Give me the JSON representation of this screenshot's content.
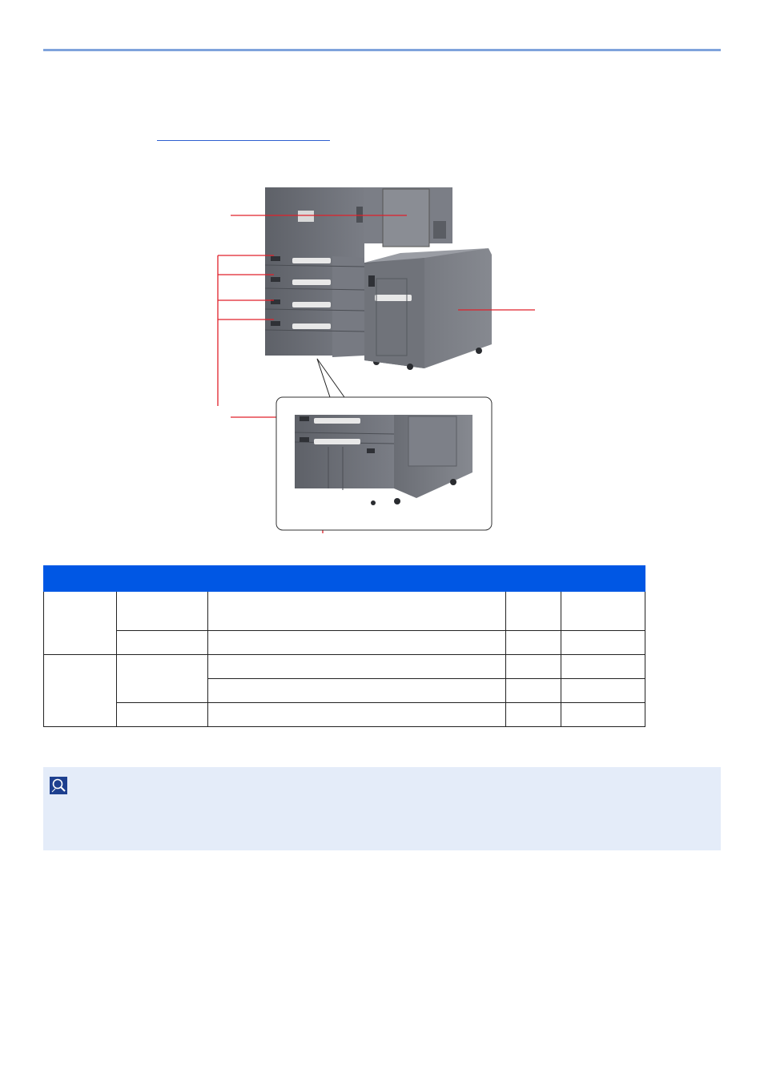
{
  "header": {
    "accent_color": "#7fa3dc"
  },
  "figure": {
    "machine_color": "#6d7078",
    "callout_color": "#e0202a",
    "icons": [
      "printer-illustration",
      "paper-cassette",
      "side-deck",
      "magnifier-inset"
    ]
  },
  "table": {
    "header_color": "#0057e4",
    "columns": 4,
    "group_rows": [
      2,
      3
    ]
  },
  "note": {
    "icon": "note-magnifier-icon",
    "background": "#e4ecf9"
  }
}
